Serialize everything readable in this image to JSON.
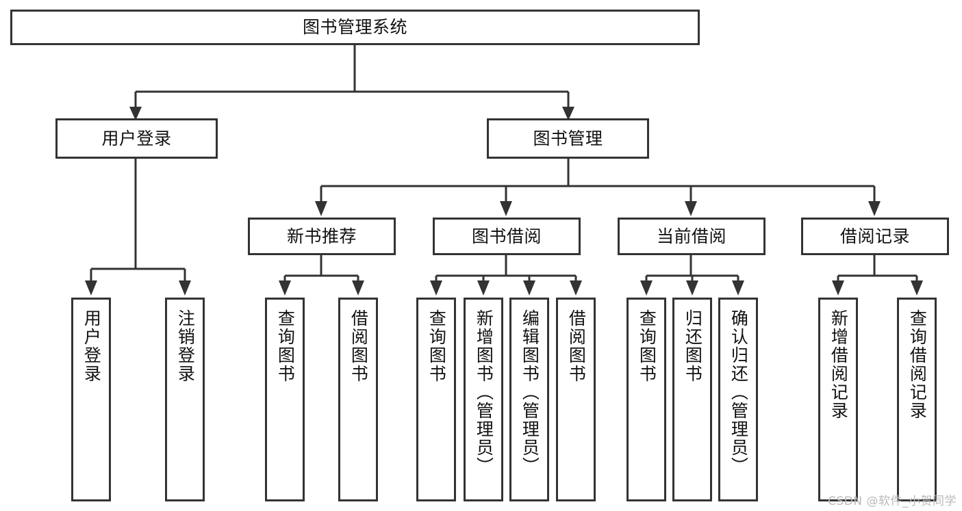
{
  "diagram": {
    "title": "图书管理系统",
    "watermark": "CSDN @软件_小贺同学",
    "line_color": "#333333",
    "box_fill": "#ffffff",
    "text_color": "#111111",
    "levels": {
      "root": "图书管理系统",
      "level2": [
        "用户登录",
        "图书管理"
      ],
      "level3": [
        "新书推荐",
        "图书借阅",
        "当前借阅",
        "借阅记录"
      ]
    },
    "nodes": {
      "root": {
        "label": "图书管理系统"
      },
      "user_login": {
        "label": "用户登录"
      },
      "book_manage": {
        "label": "图书管理"
      },
      "new_book_rec": {
        "label": "新书推荐"
      },
      "book_borrow": {
        "label": "图书借阅"
      },
      "current_borrow": {
        "label": "当前借阅"
      },
      "borrow_record": {
        "label": "借阅记录"
      },
      "leaf_user_login": {
        "label": "用户登录"
      },
      "leaf_logout": {
        "label": "注销登录"
      },
      "leaf_query_book_1": {
        "label": "查询图书"
      },
      "leaf_borrow_book_1": {
        "label": "借阅图书"
      },
      "leaf_query_book_2": {
        "label": "查询图书"
      },
      "leaf_add_book": {
        "label": "新增图书（管理员）"
      },
      "leaf_edit_book": {
        "label": "编辑图书（管理员）"
      },
      "leaf_borrow_book_2": {
        "label": "借阅图书"
      },
      "leaf_query_book_3": {
        "label": "查询图书"
      },
      "leaf_return_book": {
        "label": "归还图书"
      },
      "leaf_confirm_return": {
        "label": "确认归还（管理员）"
      },
      "leaf_add_record": {
        "label": "新增借阅记录"
      },
      "leaf_query_record": {
        "label": "查询借阅记录"
      }
    }
  }
}
